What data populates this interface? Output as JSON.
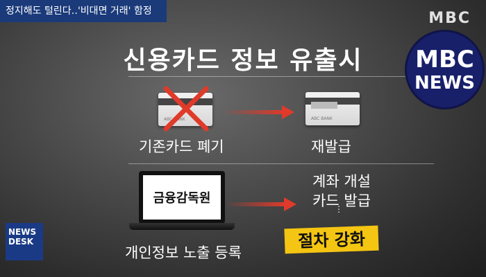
{
  "headline": "정지해도 털린다‥'비대면 거래' 함정",
  "broadcaster": "MBC",
  "news_logo": {
    "line1": "MBC",
    "line2": "NEWS"
  },
  "title": "신용카드 정보 유출시",
  "old_card": {
    "bank": "ABC BANK",
    "label": "기존카드 폐기"
  },
  "new_card": {
    "bank": "ABC BANK",
    "label": "재발급"
  },
  "agency_screen": "금융감독원",
  "registration_label": "개인정보 노출 등록",
  "procedures": [
    "계좌 개설",
    "카드 발급"
  ],
  "ellipsis": "⋮",
  "emphasis": "절차 강화",
  "desk_logo": {
    "line1": "NEWS",
    "line2": "DESK"
  },
  "colors": {
    "accent_red": "#e03a2a",
    "highlight": "#f4c512",
    "mbc_blue": "#18206a"
  }
}
